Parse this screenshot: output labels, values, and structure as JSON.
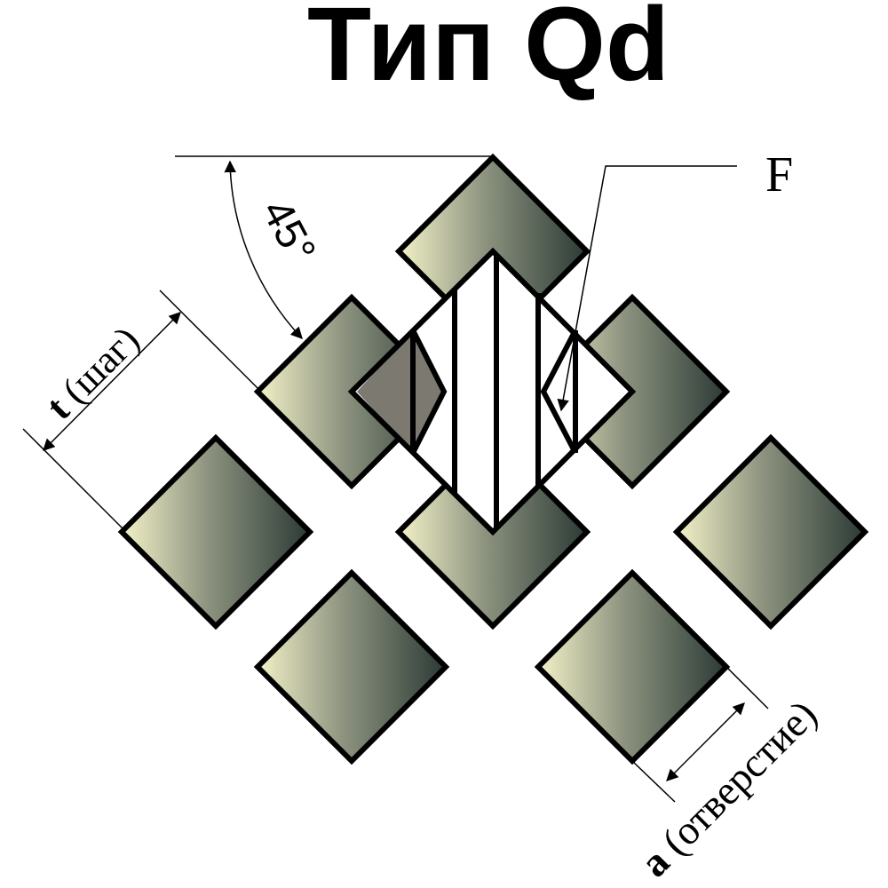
{
  "title": "Тип Qd",
  "angle_label": "45°",
  "feature_label": "F",
  "pitch": {
    "symbol": "t",
    "text": " (шаг)"
  },
  "opening": {
    "symbol": "a",
    "text": " (отверстие)"
  },
  "colors": {
    "hole_light": "#f3f2c8",
    "hole_mid": "#8e9480",
    "hole_dark": "#2b3a35",
    "outline": "#000000"
  }
}
